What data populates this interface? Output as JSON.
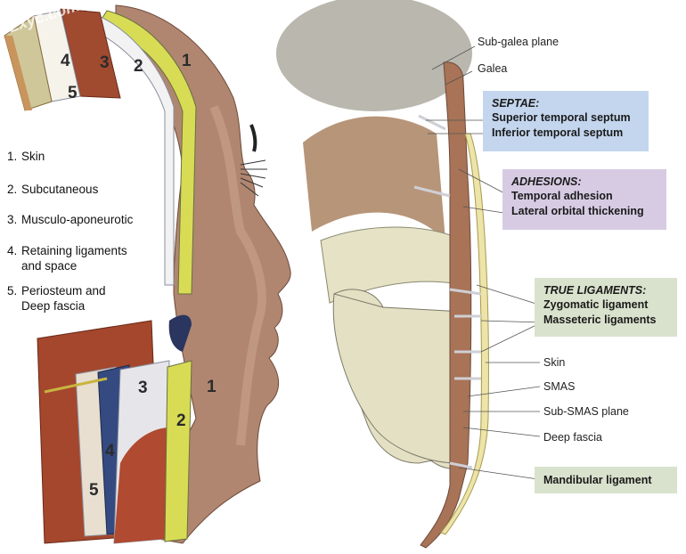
{
  "watermark": "Lxyc.com",
  "left_figure": {
    "legend": [
      {
        "num": "1.",
        "text": "Skin",
        "cont": ""
      },
      {
        "num": "2.",
        "text": "Subcutaneous",
        "cont": ""
      },
      {
        "num": "3.",
        "text": "Musculo-aponeurotic",
        "cont": ""
      },
      {
        "num": "4.",
        "text": "Retaining ligaments",
        "cont": "and space"
      },
      {
        "num": "5.",
        "text": "Periosteum and",
        "cont": "Deep fascia"
      }
    ],
    "layer_numbers_top": [
      "1",
      "2",
      "3",
      "4",
      "5"
    ],
    "layer_numbers_bottom": [
      "1",
      "2",
      "3",
      "4",
      "5"
    ]
  },
  "right_figure": {
    "labels": {
      "sub_galea_plane": "Sub-galea plane",
      "galea": "Galea",
      "skin": "Skin",
      "smas": "SMAS",
      "sub_smas_plane": "Sub-SMAS plane",
      "deep_fascia": "Deep fascia"
    },
    "boxes": {
      "septae": {
        "title": "SEPTAE:",
        "items": [
          "Superior temporal septum",
          "Inferior temporal septum"
        ],
        "color": "#c4d6ee"
      },
      "adhesions": {
        "title": "ADHESIONS:",
        "items": [
          "Temporal adhesion",
          "Lateral orbital thickening"
        ],
        "color": "#d7cbe3"
      },
      "true_ligaments": {
        "title": "TRUE LIGAMENTS:",
        "items": [
          "Zygomatic ligament",
          "Masseteric ligaments"
        ],
        "color": "#d9e2cd"
      },
      "mandibular": {
        "items": [
          "Mandibular ligament"
        ],
        "color": "#d9e2cd"
      }
    }
  }
}
